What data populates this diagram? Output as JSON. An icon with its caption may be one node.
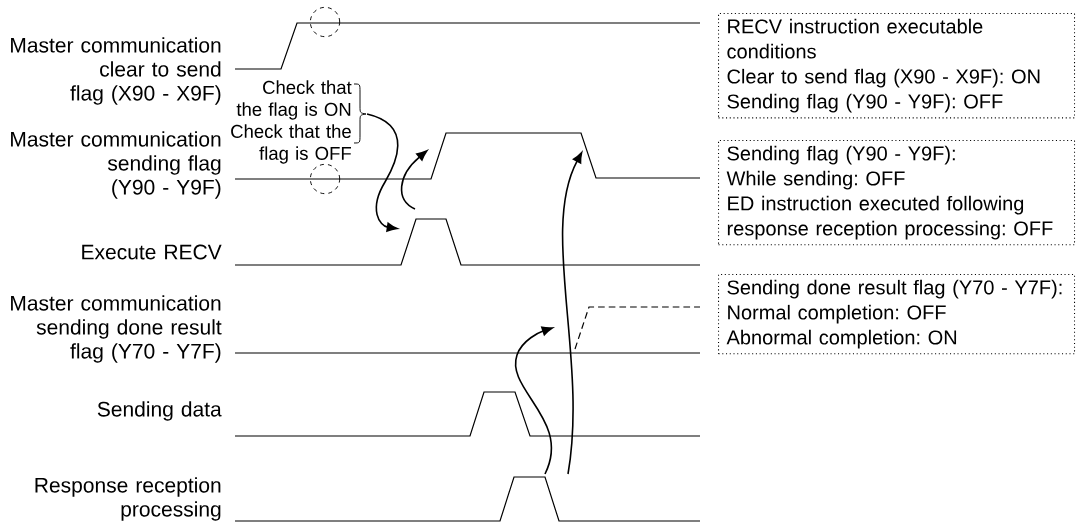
{
  "diagram": {
    "nodes": [
      {
        "text": [
          "RECV instruction executable conditions",
          "Clear to send flag (X90 - X9F): ON",
          "Sending flag (Y90 - Y9F): OFF"
        ]
      },
      {
        "text": [
          "Sending flag (Y90 - Y9F):",
          "While sending: OFF",
          "ED instruction executed following response reception processing: OFF"
        ]
      },
      {
        "text": [
          "Sending done result flag (Y70 - Y7F):",
          "Normal completion: OFF",
          "Abnormal completion: ON"
        ]
      }
    ],
    "labels": [
      "Master communication clear to send flag (X90 - X9F)",
      "Master communication sending flag (Y90 - Y9F)",
      "Execute RECV",
      "Master communication sending done result flag (Y70 - Y7F)",
      "Sending data",
      "Response reception processing",
      "Check that the flag is ON",
      "Check that the flag is OFF"
    ]
  }
}
